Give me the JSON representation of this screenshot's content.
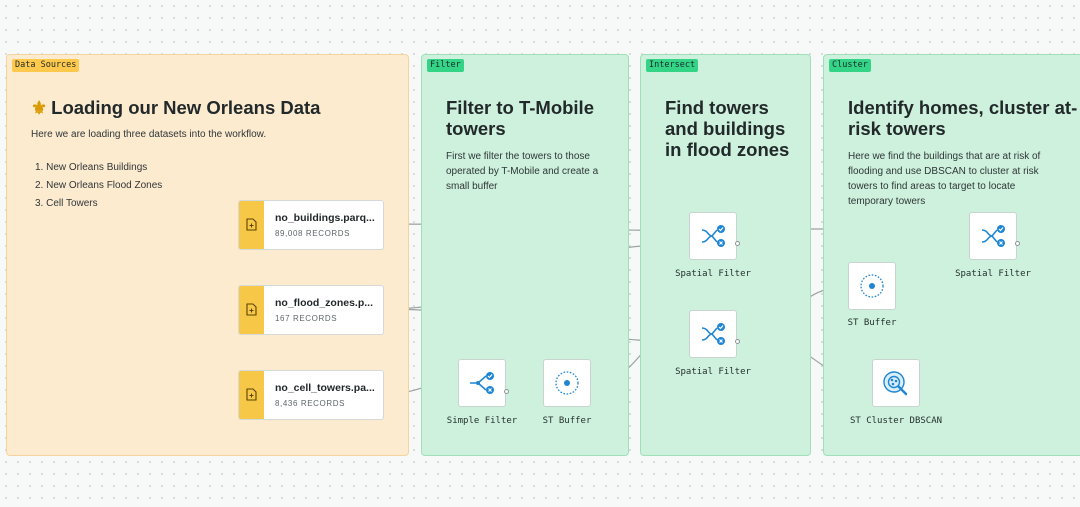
{
  "groups": {
    "sources": {
      "tag": "Data Sources",
      "title": "Loading our New Orleans Data",
      "description": "Here we are loading three datasets into the workflow.",
      "list": [
        "1.  New Orleans Buildings",
        "2.  New Orleans Flood Zones",
        "3.  Cell Towers"
      ]
    },
    "filter": {
      "tag": "Filter",
      "title": "Filter to T-Mobile towers",
      "description": "First we filter the towers to those operated by T-Mobile and create a small buffer"
    },
    "intersect": {
      "tag": "Intersect",
      "title": "Find towers and buildings in flood zones"
    },
    "cluster": {
      "tag": "Cluster",
      "title": "Identify homes, cluster at-risk towers",
      "description": "Here we find the buildings that are at risk of flooding and use DBSCAN to cluster at risk towers to find areas to target to locate temporary towers"
    }
  },
  "sources": [
    {
      "name": "no_buildings.parq...",
      "count": "89,008 RECORDS"
    },
    {
      "name": "no_flood_zones.p...",
      "count": "167 RECORDS"
    },
    {
      "name": "no_cell_towers.pa...",
      "count": "8,436 RECORDS"
    }
  ],
  "nodes": {
    "simple_filter": {
      "label": "Simple Filter",
      "icon": "simple-filter-icon"
    },
    "st_buffer_1": {
      "label": "ST Buffer",
      "icon": "buffer-icon"
    },
    "spatial_filter_1": {
      "label": "Spatial Filter",
      "icon": "spatial-filter-icon"
    },
    "spatial_filter_2": {
      "label": "Spatial Filter",
      "icon": "spatial-filter-icon"
    },
    "st_buffer_2": {
      "label": "ST Buffer",
      "icon": "buffer-icon"
    },
    "spatial_filter_3": {
      "label": "Spatial Filter",
      "icon": "spatial-filter-icon"
    },
    "st_cluster": {
      "label": "ST Cluster DBSCAN",
      "icon": "cluster-dbscan-icon"
    }
  },
  "colors": {
    "sources_bg": "#fdebd0",
    "stage_bg": "#cdf1dc",
    "accent_blue": "#1f86d4",
    "source_strip": "#f7c747",
    "edge": "#9aa3a2"
  }
}
